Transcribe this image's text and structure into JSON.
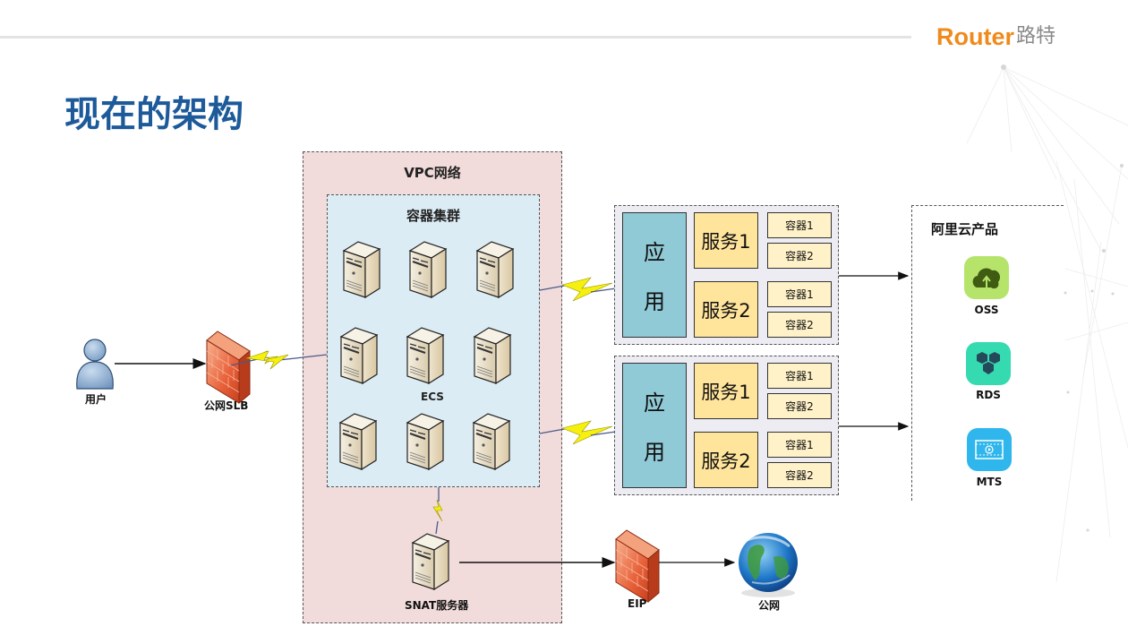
{
  "header": {
    "logo_en": "Router",
    "logo_cn": "路特",
    "brand_color": "#ef8a1b"
  },
  "slide": {
    "title": "现在的架构",
    "title_color": "#1d5a9a"
  },
  "diagram": {
    "user_label": "用户",
    "slb_label": "公网SLB",
    "vpc_label": "VPC网络",
    "cluster_label": "容器集群",
    "ecs_label": "ECS",
    "snat_label": "SNAT服务器",
    "eip_label": "EIP",
    "internet_label": "公网",
    "app_groups": [
      {
        "app_chars": [
          "应",
          "用"
        ],
        "services": [
          {
            "label": "服务1",
            "containers": [
              "容器1",
              "容器2"
            ]
          },
          {
            "label": "服务2",
            "containers": [
              "容器1",
              "容器2"
            ]
          }
        ]
      },
      {
        "app_chars": [
          "应",
          "用"
        ],
        "services": [
          {
            "label": "服务1",
            "containers": [
              "容器1",
              "容器2"
            ]
          },
          {
            "label": "服务2",
            "containers": [
              "容器1",
              "容器2"
            ]
          }
        ]
      }
    ],
    "products": {
      "title": "阿里云产品",
      "items": [
        {
          "label": "OSS",
          "icon": "oss-cloud-upload-icon",
          "color": "#b6e46a"
        },
        {
          "label": "RDS",
          "icon": "rds-hexagons-icon",
          "color": "#36dab0"
        },
        {
          "label": "MTS",
          "icon": "mts-film-icon",
          "color": "#2fb6ec"
        }
      ]
    },
    "colors": {
      "vpc_bg": "#f2dcdb",
      "cluster_bg": "#dcecf4",
      "app_bg": "#8fcad6",
      "service_bg": "#ffe49b",
      "container_bg": "#fff1c8",
      "firewall": "#e8613a"
    }
  }
}
